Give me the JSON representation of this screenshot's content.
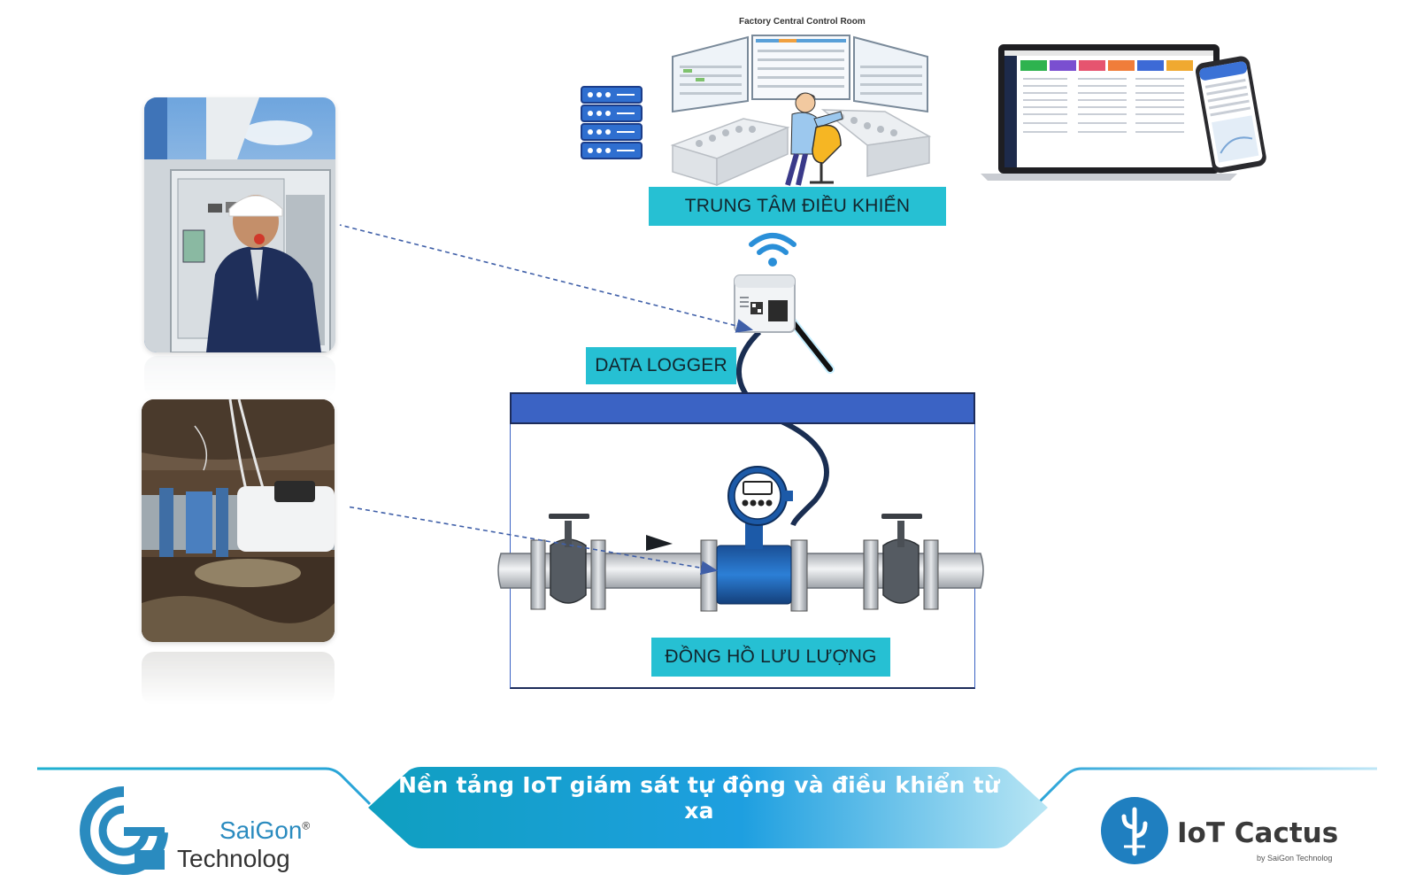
{
  "control_room": {
    "title": "Factory Central Control Room",
    "label": "TRUNG TÂM ĐIỀU KHIỂN"
  },
  "data_logger": {
    "label": "DATA LOGGER"
  },
  "flow_meter": {
    "label": "ĐỒNG HỒ LƯU LƯỢNG"
  },
  "banner": {
    "text": "Nền tảng IoT giám sát tự động và điều khiển từ xa"
  },
  "brand_left": {
    "name": "SaiGon",
    "registered": "®",
    "sub": "Technolog"
  },
  "brand_right": {
    "name": "IoT Cactus",
    "sub": "by SaiGon Technolog"
  },
  "colors": {
    "label_teal": "#26c0d3",
    "frame_blue": "#3b63c4",
    "pipe_grey": "#c9ccd1",
    "meter_blue": "#1f63b3",
    "banner_start": "#0f9fc0",
    "banner_end": "#b9e6f4",
    "brand_blue": "#1f7fc0"
  },
  "icons": [
    "server-icon",
    "wifi-icon",
    "operator-desk-icon",
    "laptop-icon",
    "phone-icon",
    "data-logger-icon",
    "valve-icon",
    "flow-meter-icon",
    "saigon-logo-icon",
    "cactus-logo-icon"
  ]
}
